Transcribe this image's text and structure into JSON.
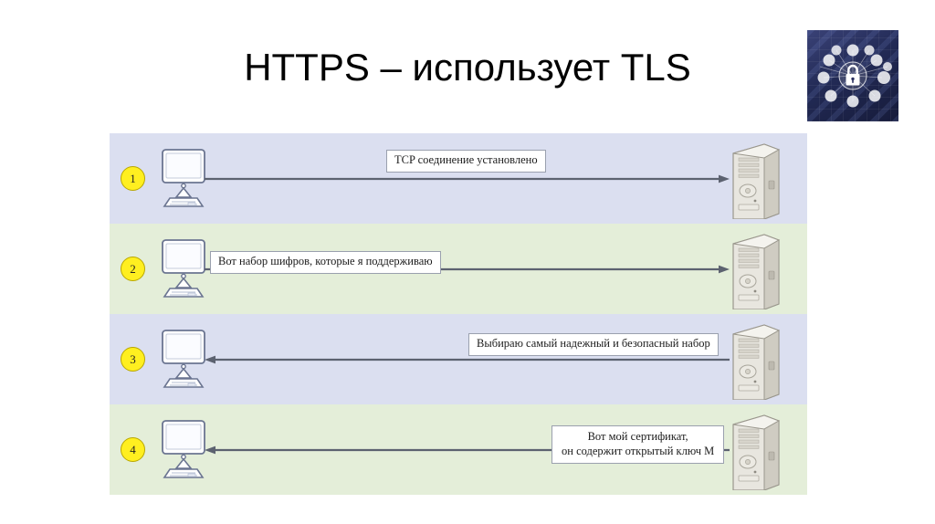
{
  "slide": {
    "title": "HTTPS – использует TLS"
  },
  "hero_image": {
    "name": "cyber-security-lock-network-illustration",
    "alt": "Padlock surrounded by connected technology icons on dark blue cube background",
    "background_color": "#262a4f",
    "icons": [
      "lock-icon",
      "envelope-icon",
      "magnifier-icon",
      "gear-icon",
      "user-group-icon",
      "camera-icon",
      "person-icon",
      "card-icon",
      "cursor-icon",
      "shield-icon",
      "server-icon",
      "dollar-icon"
    ]
  },
  "colors": {
    "row_blue": "#dbdff0",
    "row_green": "#e4eed9",
    "badge_fill": "#ffef20",
    "badge_border": "#b9a700",
    "arrow": "#5c6270",
    "icon_outline": "#6b7591"
  },
  "diagram": {
    "name": "tls-handshake-sequence",
    "client_label": "client-computer",
    "server_label": "server-tower",
    "steps": [
      {
        "number": "1",
        "direction": "right",
        "band": "blue",
        "message_lines": [
          "TCP соединение установлено"
        ]
      },
      {
        "number": "2",
        "direction": "right",
        "band": "green",
        "message_lines": [
          "Вот набор шифров, которые я поддерживаю"
        ]
      },
      {
        "number": "3",
        "direction": "left",
        "band": "blue",
        "message_lines": [
          "Выбираю самый надежный и безопасный набор"
        ]
      },
      {
        "number": "4",
        "direction": "left",
        "band": "green",
        "message_lines": [
          "Вот мой сертификат,",
          "он содержит открытый ключ М"
        ]
      }
    ]
  }
}
